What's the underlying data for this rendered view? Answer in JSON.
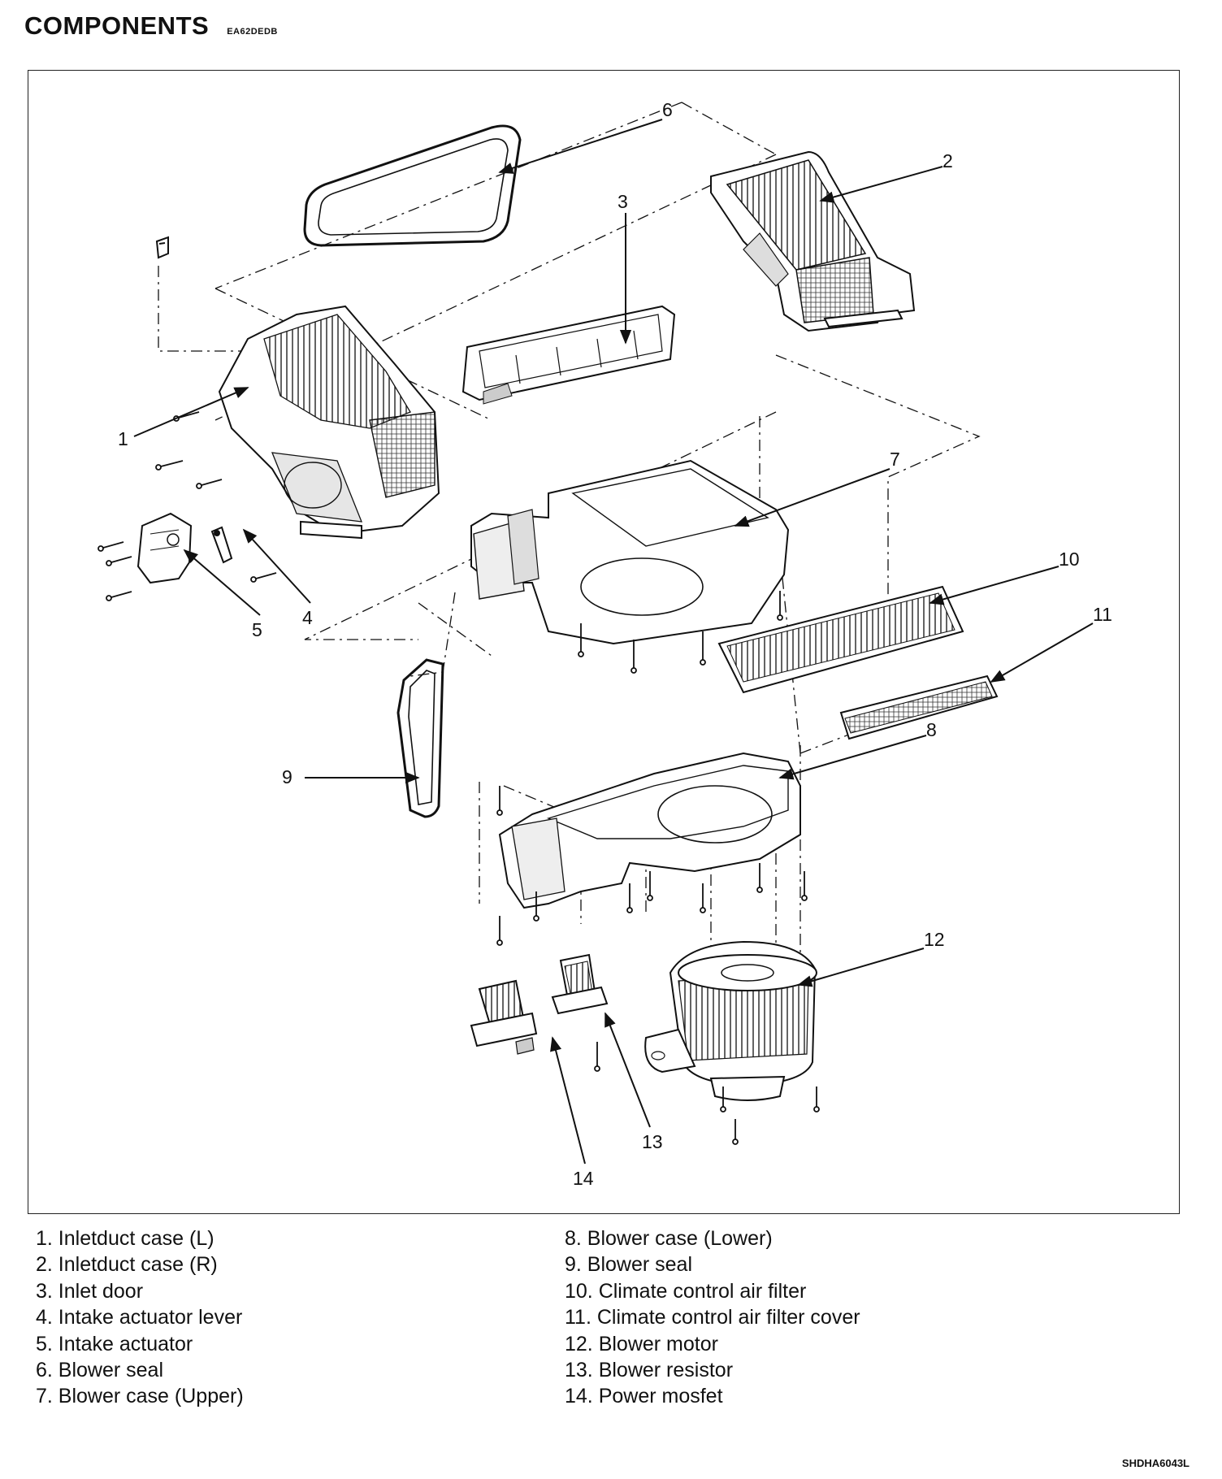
{
  "header": {
    "title": "COMPONENTS",
    "code": "EA62DEDB"
  },
  "diagram": {
    "callouts": [
      "1",
      "2",
      "3",
      "4",
      "5",
      "6",
      "7",
      "8",
      "9",
      "10",
      "11",
      "12",
      "13",
      "14"
    ]
  },
  "legend": {
    "left": [
      "1. Inletduct case (L)",
      "2. Inletduct case (R)",
      "3. Inlet door",
      "4. Intake actuator lever",
      "5. Intake actuator",
      "6. Blower seal",
      "7. Blower case (Upper)"
    ],
    "right": [
      "8. Blower case (Lower)",
      "9. Blower seal",
      "10. Climate control air filter",
      "11. Climate control air filter cover",
      "12. Blower motor",
      "13. Blower resistor",
      "14. Power mosfet"
    ]
  },
  "figure_code": "SHDHA6043L"
}
